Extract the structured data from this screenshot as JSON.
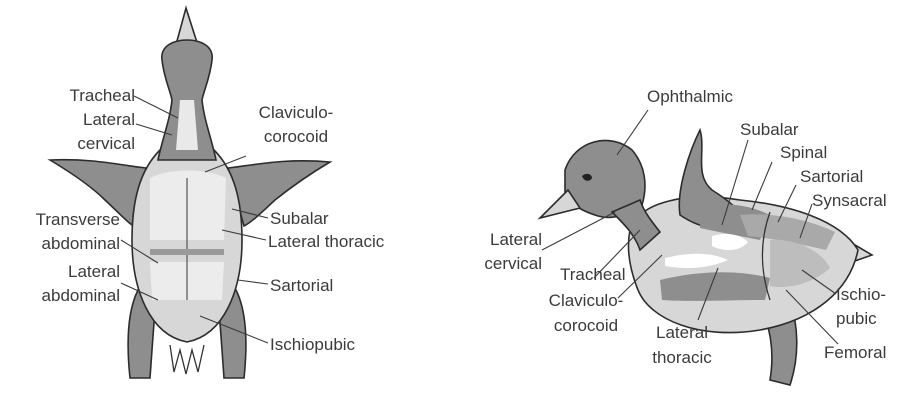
{
  "ventral_view": {
    "labels": {
      "tracheal": "Tracheal",
      "lateral_cervical_1": "Lateral",
      "lateral_cervical_2": "cervical",
      "claviculo_coracoid_1": "Claviculo-",
      "claviculo_coracoid_2": "corocoid",
      "transverse_abdominal_1": "Transverse",
      "transverse_abdominal_2": "abdominal",
      "lateral_abdominal_1": "Lateral",
      "lateral_abdominal_2": "abdominal",
      "subalar": "Subalar",
      "lateral_thoracic": "Lateral thoracic",
      "sartorial": "Sartorial",
      "ischiopubic": "Ischiopubic"
    }
  },
  "lateral_view": {
    "labels": {
      "ophthalmic": "Ophthalmic",
      "subalar": "Subalar",
      "spinal": "Spinal",
      "sartorial": "Sartorial",
      "synsacral": "Synsacral",
      "lateral_cervical_1": "Lateral",
      "lateral_cervical_2": "cervical",
      "tracheal": "Tracheal",
      "claviculo_coracoid_1": "Claviculo-",
      "claviculo_coracoid_2": "corocoid",
      "lateral_thoracic_1": "Lateral",
      "lateral_thoracic_2": "thoracic",
      "ischiopubic_1": "Ischio-",
      "ischiopubic_2": "pubic",
      "femoral": "Femoral"
    }
  },
  "colors": {
    "skin": "#d7d7d7",
    "feathered_tract": "#8e8e8e",
    "bare": "#ffffff",
    "outline": "#2c2c2c",
    "text": "#3b3b3b"
  }
}
